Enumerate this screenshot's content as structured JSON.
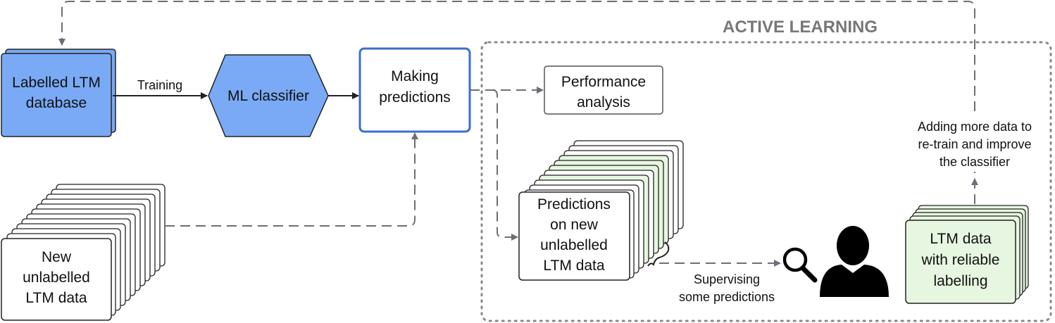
{
  "section": {
    "title": "ACTIVE LEARNING"
  },
  "nodes": {
    "labelled_db": {
      "line1": "Labelled LTM",
      "line2": "database"
    },
    "ml_classifier": {
      "label": "ML classifier"
    },
    "making_predictions": {
      "line1": "Making",
      "line2": "predictions"
    },
    "performance_analysis": {
      "line1": "Performance",
      "line2": "analysis"
    },
    "new_unlabelled": {
      "line1": "New",
      "line2": "unlabelled",
      "line3": "LTM data"
    },
    "predictions_new": {
      "line1": "Predictions",
      "line2": "on new",
      "line3": "unlabelled",
      "line4": "LTM data"
    },
    "reliable_data": {
      "line1": "LTM data",
      "line2": "with reliable",
      "line3": "labelling"
    }
  },
  "edges": {
    "training": {
      "label": "Training"
    },
    "supervising": {
      "line1": "Supervising",
      "line2": "some predictions"
    },
    "adding": {
      "line1": "Adding more data to",
      "line2": "re-train and improve",
      "line3": "the classifier"
    }
  },
  "icons": {
    "magnifier": "magnifier-icon",
    "user": "user-icon"
  },
  "colors": {
    "blue_fill": "#7aaaf5",
    "blue_border": "#3a6fd0",
    "green_fill": "#e7f6e0",
    "gray_line": "#6c6f78",
    "dark": "#222222"
  }
}
